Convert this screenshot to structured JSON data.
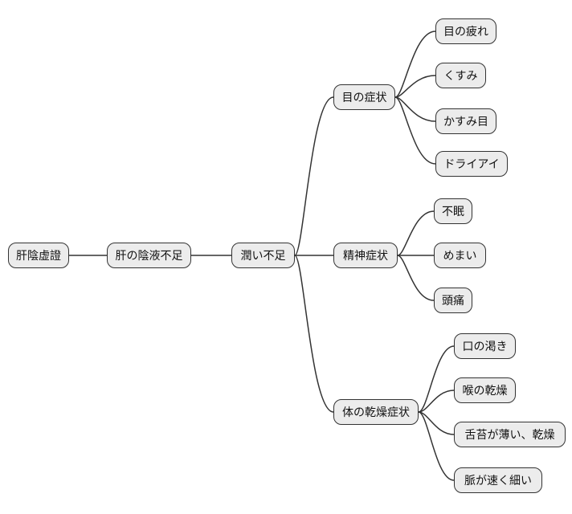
{
  "diagram": {
    "type": "mindmap",
    "background": "#ffffff",
    "colors": {
      "node_fill": "#ececec",
      "node_border": "#333333",
      "edge_line": "#333333",
      "text": "#111111"
    },
    "root": {
      "label": "肝陰虚證"
    },
    "level2": {
      "label": "肝の陰液不足"
    },
    "level3": {
      "label": "潤い不足"
    },
    "branches": [
      {
        "label": "目の症状",
        "children": [
          {
            "label": "目の疲れ"
          },
          {
            "label": "くすみ"
          },
          {
            "label": "かすみ目"
          },
          {
            "label": "ドライアイ"
          }
        ]
      },
      {
        "label": "精神症状",
        "children": [
          {
            "label": "不眠"
          },
          {
            "label": "めまい"
          },
          {
            "label": "頭痛"
          }
        ]
      },
      {
        "label": "体の乾燥症状",
        "children": [
          {
            "label": "口の渇き"
          },
          {
            "label": "喉の乾燥"
          },
          {
            "label": "舌苔が薄い、乾燥"
          },
          {
            "label": "脈が速く細い"
          }
        ]
      }
    ]
  }
}
